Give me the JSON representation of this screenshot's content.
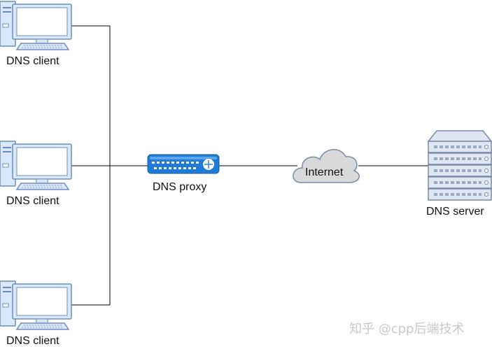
{
  "nodes": {
    "client_1": {
      "label": "DNS client"
    },
    "client_2": {
      "label": "DNS client"
    },
    "client_3": {
      "label": "DNS client"
    },
    "proxy": {
      "label": "DNS proxy"
    },
    "internet": {
      "label": "Internet"
    },
    "server": {
      "label": "DNS server"
    }
  },
  "edges": [
    {
      "from": "client_1",
      "to": "proxy"
    },
    {
      "from": "client_2",
      "to": "proxy"
    },
    {
      "from": "client_3",
      "to": "proxy"
    },
    {
      "from": "proxy",
      "to": "internet"
    },
    {
      "from": "internet",
      "to": "server"
    }
  ],
  "colors": {
    "device_fill": "#dae8fc",
    "device_stroke": "#6c8ebf",
    "proxy_fill": "#1f7bd6",
    "cloud_fill": "#d9d9d9",
    "cloud_stroke": "#7a8aa6",
    "server_fill": "#dfe6f2",
    "server_stroke": "#7a8aa6",
    "line": "#000000"
  },
  "watermark": "知乎 @cpp后端技术"
}
